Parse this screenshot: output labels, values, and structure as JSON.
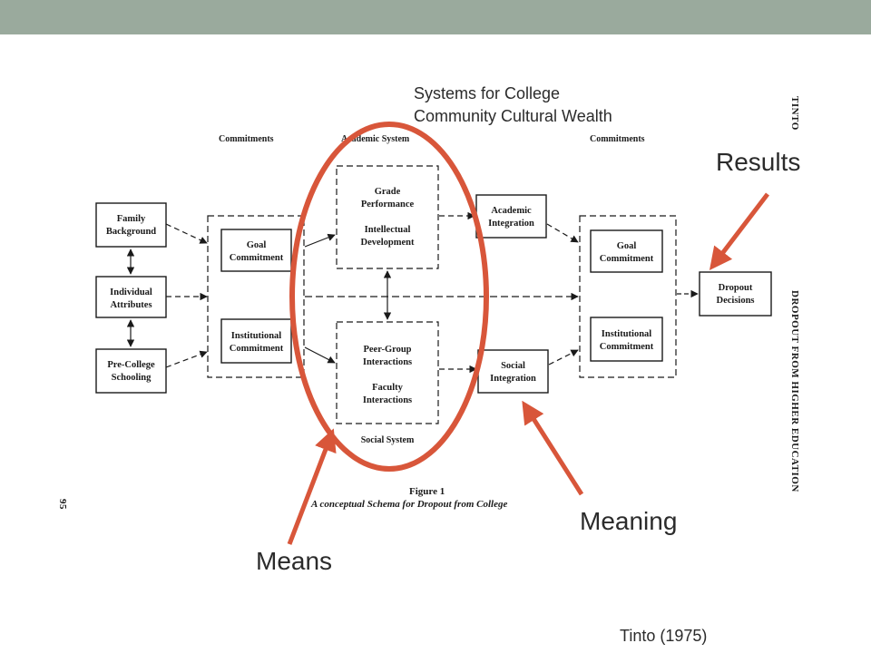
{
  "colors": {
    "accent": "#d8563a",
    "topbar": "#9aaa9d",
    "ink": "#1a1a1a"
  },
  "annotations": {
    "systems_line1": "Systems for College",
    "systems_line2": "Community Cultural Wealth",
    "results": "Results",
    "meaning": "Meaning",
    "means": "Means",
    "citation": "Tinto (1975)"
  },
  "figure": {
    "headers": {
      "commitments_left": "Commitments",
      "academic_system": "Academic System",
      "commitments_right": "Commitments",
      "social_system": "Social System"
    },
    "boxes": {
      "family": [
        "Family",
        "Background"
      ],
      "individual": [
        "Individual",
        "Attributes"
      ],
      "precollege": [
        "Pre-College",
        "Schooling"
      ],
      "goal_left": [
        "Goal",
        "Commitment"
      ],
      "inst_left": [
        "Institutional",
        "Commitment"
      ],
      "grade": [
        "Grade",
        "Performance"
      ],
      "intellectual": [
        "Intellectual",
        "Development"
      ],
      "peer": [
        "Peer-Group",
        "Interactions"
      ],
      "faculty": [
        "Faculty",
        "Interactions"
      ],
      "academic_int": [
        "Academic",
        "Integration"
      ],
      "social_int": [
        "Social",
        "Integration"
      ],
      "goal_right": [
        "Goal",
        "Commitment"
      ],
      "inst_right": [
        "Institutional",
        "Commitment"
      ],
      "dropout": [
        "Dropout",
        "Decisions"
      ]
    },
    "caption_title": "Figure 1",
    "caption_sub": "A conceptual Schema for Dropout from College",
    "page_number": "95",
    "side_top": "TINTO",
    "side_main": "DROPOUT FROM HIGHER EDUCATION"
  }
}
